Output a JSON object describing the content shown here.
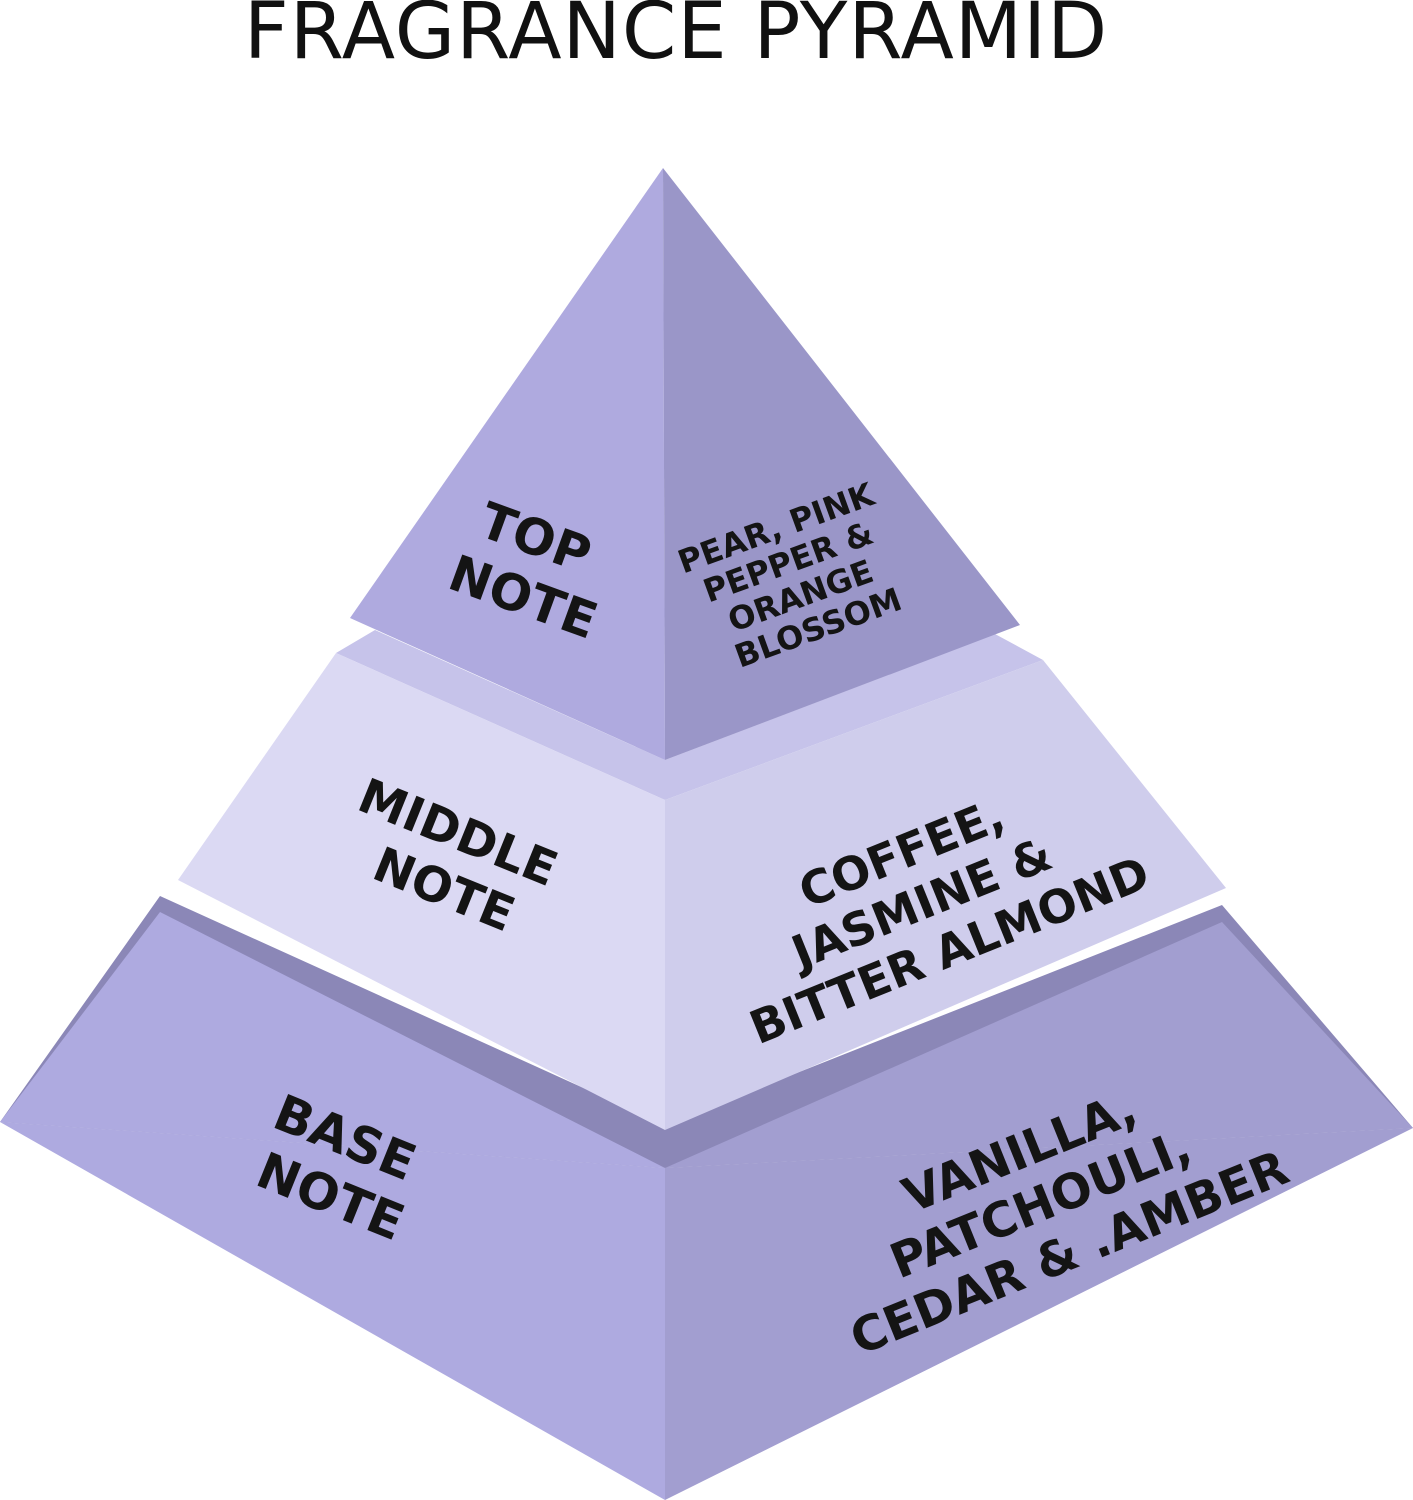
{
  "title": "FRAGRANCE PYRAMID",
  "colors": {
    "top_left_face": "#afaadf",
    "top_right_face": "#9a96c8",
    "middle_left_face": "#dbd9f3",
    "middle_right_face": "#cfcdec",
    "middle_top_ledge": "#c6c3ea",
    "base_left_face": "#aeaae0",
    "base_right_face": "#a29ed0",
    "base_top_ledge": "#8b87b7",
    "text": "#141414"
  },
  "tiers": {
    "top": {
      "name_lines": [
        "TOP",
        "NOTE"
      ],
      "notes_lines": [
        "PEAR, PINK",
        "PEPPER &",
        "ORANGE",
        "BLOSSOM"
      ]
    },
    "middle": {
      "name_lines": [
        "MIDDLE",
        "NOTE"
      ],
      "notes_lines": [
        "COFFEE,",
        "JASMINE &",
        "BITTER ALMOND"
      ]
    },
    "base": {
      "name_lines": [
        "BASE",
        "NOTE"
      ],
      "notes_lines": [
        "VANILLA,",
        "PATCHOULI,",
        "CEDAR & .AMBER"
      ]
    }
  }
}
